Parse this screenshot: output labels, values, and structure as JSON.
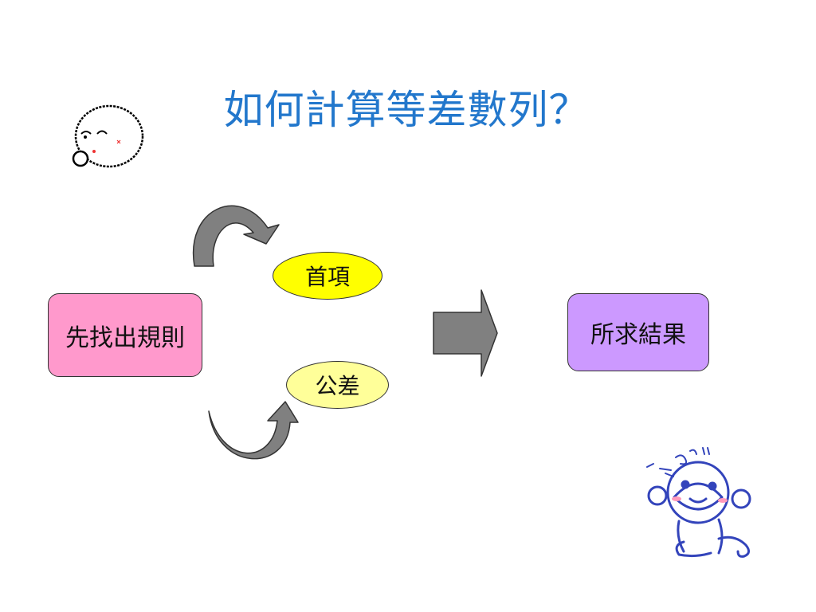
{
  "title": "如何計算等差數列？",
  "flow": {
    "start": "先找出規則",
    "branch_top": "首項",
    "branch_bottom": "公差",
    "result": "所求結果"
  },
  "colors": {
    "title": "#2277cc",
    "start_fill": "#ff99cc",
    "top_oval_fill": "#ffff00",
    "bottom_oval_fill": "#ffff99",
    "result_fill": "#cc99ff",
    "arrow_fill": "#808080"
  },
  "icons": [
    "thinking-face-icon",
    "monkey-character-icon",
    "curved-arrow-icon",
    "block-arrow-icon"
  ]
}
